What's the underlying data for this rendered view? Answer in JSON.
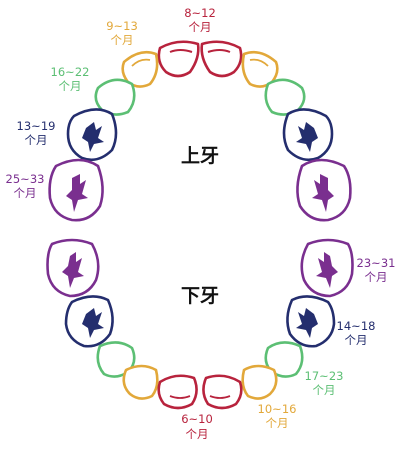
{
  "upper_label": "上牙",
  "lower_label": "下牙",
  "colors": {
    "central_incisor": "#b8233d",
    "lateral_incisor": "#e2a83a",
    "canine": "#5cbf74",
    "first_molar": "#242e6e",
    "second_molar": "#7a2f8f"
  },
  "labels": {
    "upper_central": {
      "range": "8~12",
      "unit": "个月"
    },
    "upper_lateral": {
      "range": "9~13",
      "unit": "个月"
    },
    "upper_canine": {
      "range": "16~22",
      "unit": "个月"
    },
    "upper_first_molar": {
      "range": "13~19",
      "unit": "个月"
    },
    "upper_second_molar": {
      "range": "25~33",
      "unit": "个月"
    },
    "lower_second_molar": {
      "range": "23~31",
      "unit": "个月"
    },
    "lower_first_molar": {
      "range": "14~18",
      "unit": "个月"
    },
    "lower_canine": {
      "range": "17~23",
      "unit": "个月"
    },
    "lower_lateral": {
      "range": "10~16",
      "unit": "个月"
    },
    "lower_central": {
      "range": "6~10",
      "unit": "个月"
    }
  }
}
